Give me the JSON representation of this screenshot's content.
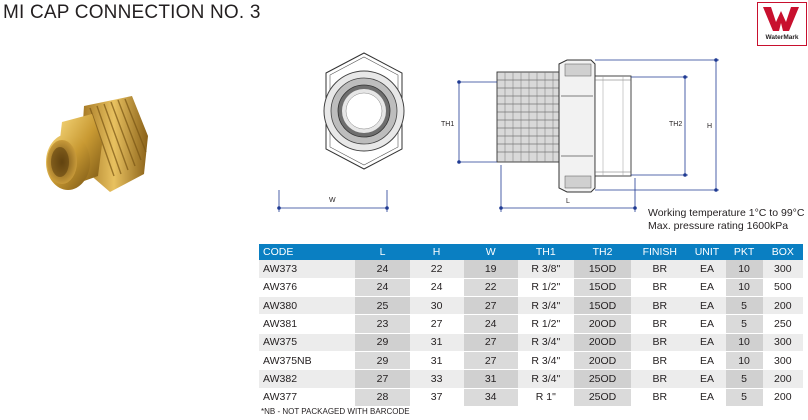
{
  "title": "MI CAP CONNECTION NO. 3",
  "logo": {
    "text": "WaterMark",
    "color": "#c8102e",
    "icon": "watermark-logo"
  },
  "dimension_labels": {
    "th1": "TH1",
    "th2": "TH2",
    "h": "H",
    "w": "W",
    "l": "L"
  },
  "specs": {
    "temperature": "Working temperature 1°C to 99°C",
    "pressure": "Max. pressure rating 1600kPa"
  },
  "table": {
    "header_color": "#0a7fc2",
    "headers": [
      "CODE",
      "L",
      "H",
      "W",
      "TH1",
      "TH2",
      "FINISH",
      "UNIT",
      "PKT",
      "BOX"
    ],
    "rows": [
      [
        "AW373",
        "24",
        "22",
        "19",
        "R 3/8\"",
        "15OD",
        "BR",
        "EA",
        "10",
        "300"
      ],
      [
        "AW376",
        "24",
        "24",
        "22",
        "R 1/2\"",
        "15OD",
        "BR",
        "EA",
        "10",
        "500"
      ],
      [
        "AW380",
        "25",
        "30",
        "27",
        "R 3/4\"",
        "15OD",
        "BR",
        "EA",
        "5",
        "200"
      ],
      [
        "AW381",
        "23",
        "27",
        "24",
        "R 1/2\"",
        "20OD",
        "BR",
        "EA",
        "5",
        "250"
      ],
      [
        "AW375",
        "29",
        "31",
        "27",
        "R 3/4\"",
        "20OD",
        "BR",
        "EA",
        "10",
        "300"
      ],
      [
        "AW375NB",
        "29",
        "31",
        "27",
        "R 3/4\"",
        "20OD",
        "BR",
        "EA",
        "10",
        "300"
      ],
      [
        "AW382",
        "27",
        "33",
        "31",
        "R 3/4\"",
        "25OD",
        "BR",
        "EA",
        "5",
        "200"
      ],
      [
        "AW377",
        "28",
        "37",
        "34",
        "R 1\"",
        "25OD",
        "BR",
        "EA",
        "5",
        "200"
      ]
    ]
  },
  "note": "*NB - NOT PACKAGED WITH BARCODE"
}
